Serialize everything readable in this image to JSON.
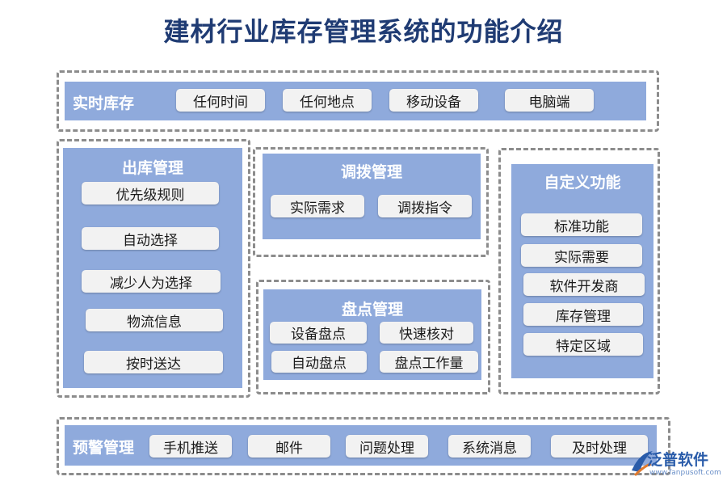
{
  "title": "建材行业库存管理系统的功能介绍",
  "realtime": {
    "label": "实时库存",
    "items": [
      "任何时间",
      "任何地点",
      "移动设备",
      "电脑端"
    ]
  },
  "outbound": {
    "label": "出库管理",
    "items": [
      "优先级规则",
      "自动选择",
      "减少人为选择",
      "物流信息",
      "按时送达"
    ]
  },
  "transfer": {
    "label": "调拨管理",
    "items": [
      "实际需求",
      "调拨指令"
    ]
  },
  "inventory_check": {
    "label": "盘点管理",
    "items": [
      "设备盘点",
      "快速核对",
      "自动盘点",
      "盘点工作量"
    ]
  },
  "custom": {
    "label": "自定义功能",
    "items": [
      "标准功能",
      "实际需要",
      "软件开发商",
      "库存管理",
      "特定区域"
    ]
  },
  "alert": {
    "label": "预警管理",
    "items": [
      "手机推送",
      "邮件",
      "问题处理",
      "系统消息",
      "及时处理"
    ]
  },
  "logo": {
    "name": "泛普软件",
    "url": "www.fanpusoft.com"
  }
}
